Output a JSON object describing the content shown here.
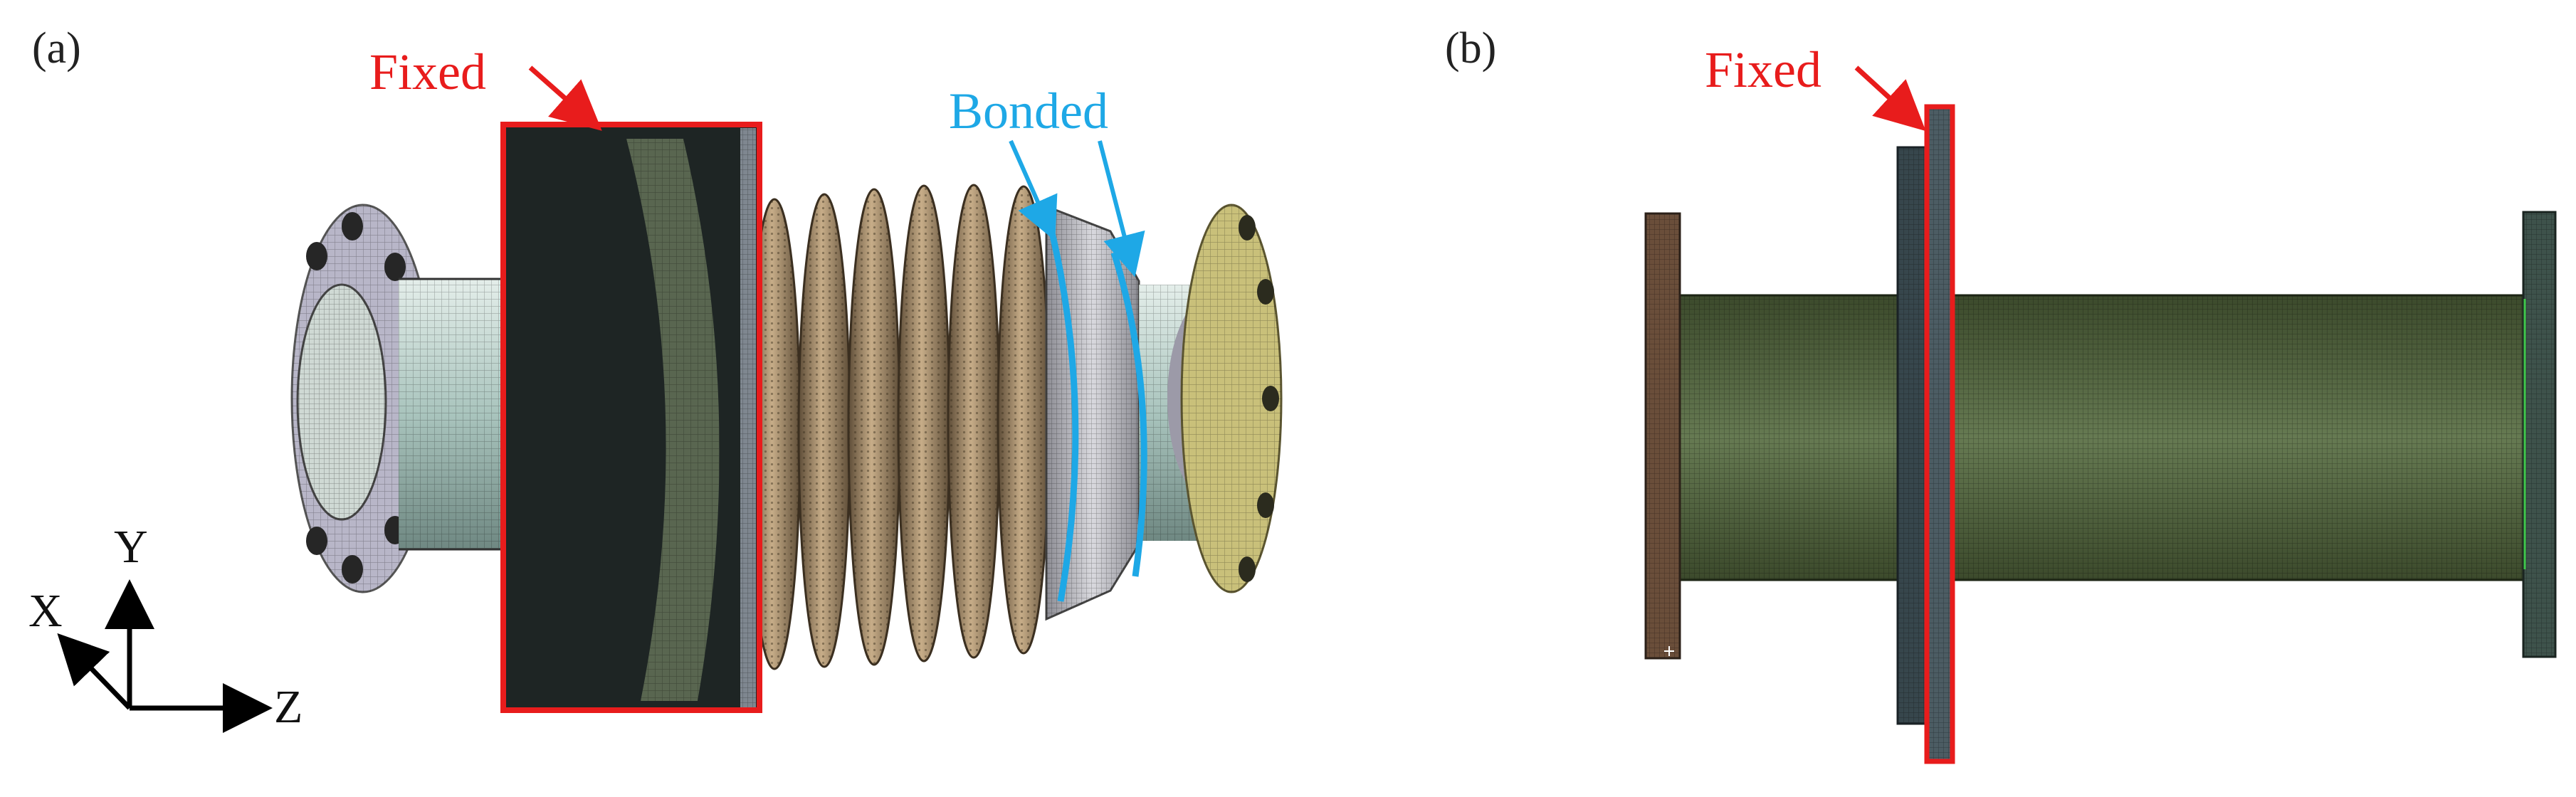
{
  "panels": [
    {
      "label": "(a)",
      "fixed_label": "Fixed",
      "bonded_label": "Bonded",
      "axes": {
        "x": "X",
        "y": "Y",
        "z": "Z"
      }
    },
    {
      "label": "(b)",
      "fixed_label": "Fixed"
    }
  ],
  "colors": {
    "fixed": "#e81c1c",
    "bonded": "#1ea8e6",
    "axis": "#000000",
    "pipe_a": "#a9c4bd",
    "bellows": "#a8906f",
    "flange_left": "#b8b6c8",
    "flange_right": "#c9c07a",
    "pipe_b": "#5a6b48",
    "fixture_block": "#1e2524"
  }
}
